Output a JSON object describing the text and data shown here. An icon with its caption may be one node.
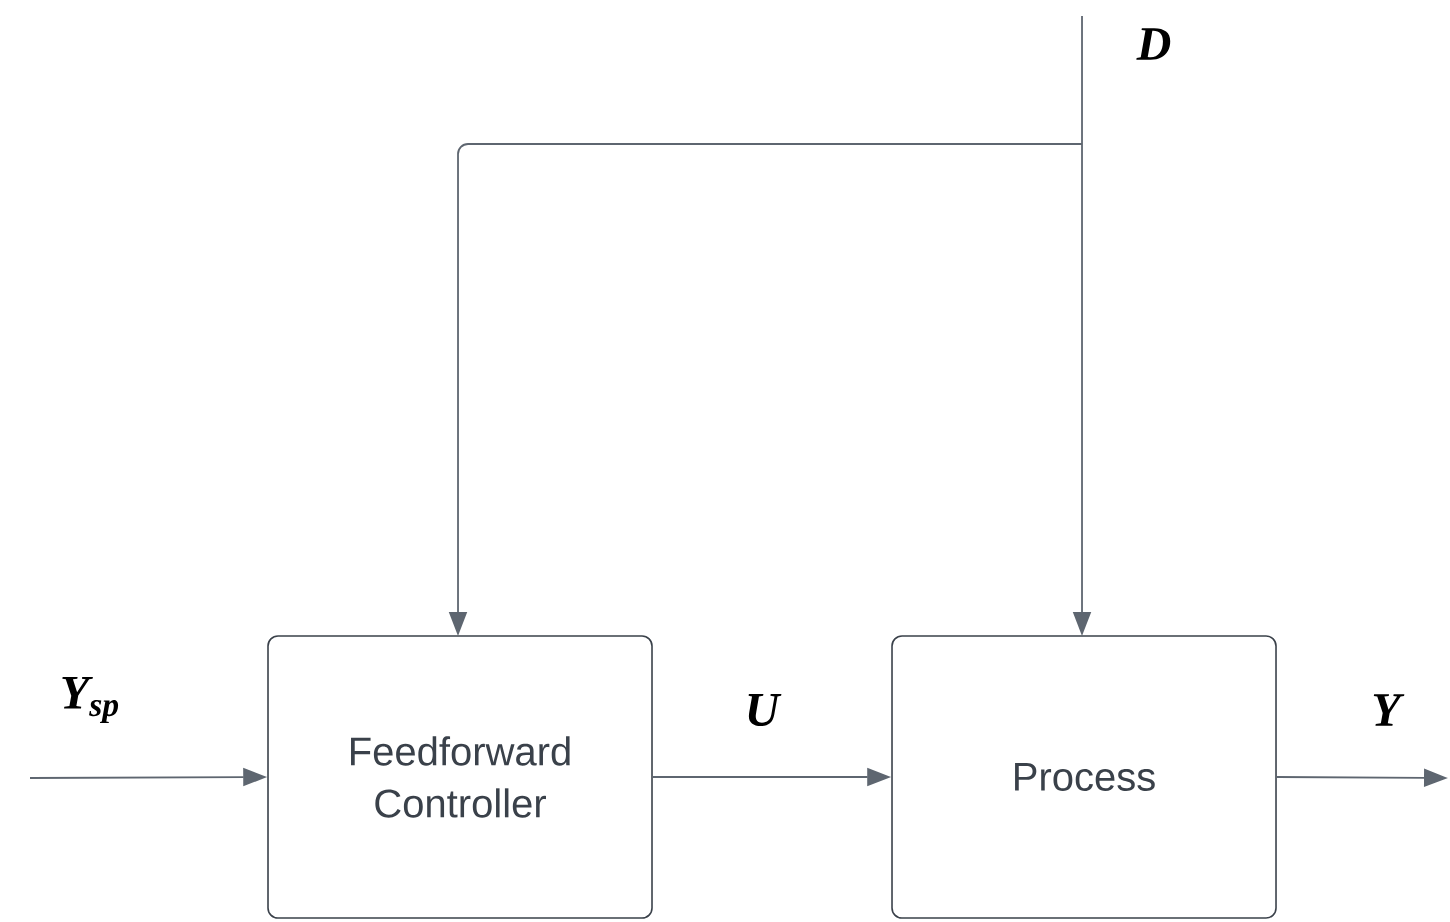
{
  "diagram": {
    "nodes": [
      {
        "text": [
          "Feedforward Controller"
        ]
      },
      {
        "text": [
          "Process"
        ]
      }
    ],
    "edges": [
      {
        "from": null,
        "to": 0,
        "arrow": "to",
        "label": "Y$_{sp}$"
      },
      {
        "from": 0,
        "to": 1,
        "arrow": "to",
        "label": "U"
      },
      {
        "from": 1,
        "to": null,
        "arrow": "to",
        "label": "Y"
      },
      {
        "from": null,
        "to": 1,
        "arrow": "to",
        "label": "D"
      },
      {
        "from": null,
        "to": 0,
        "arrow": "to"
      }
    ]
  }
}
